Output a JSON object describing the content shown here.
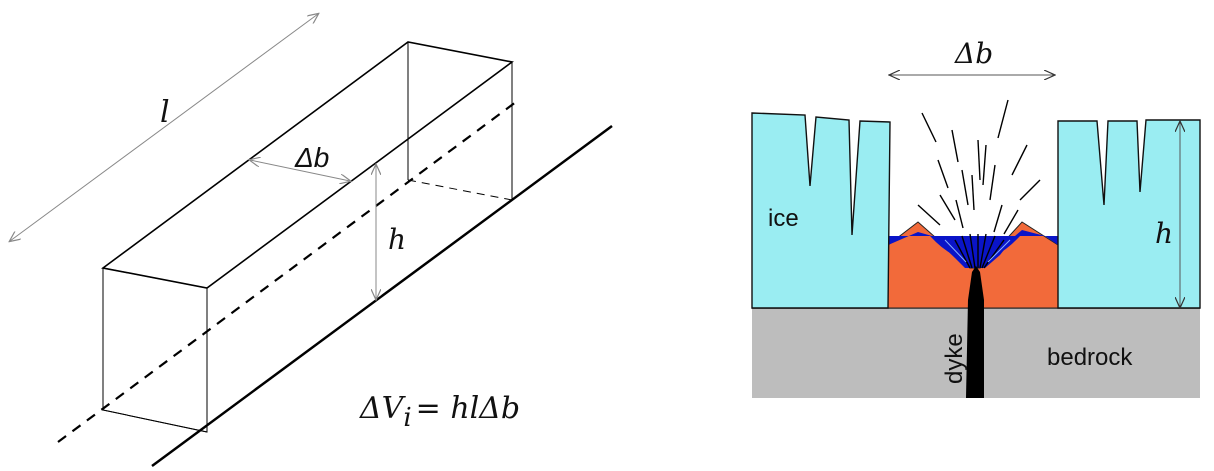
{
  "left_diagram": {
    "length_label": "l",
    "width_change_label": "Δb",
    "height_label": "h",
    "formula": {
      "delta": "ΔV",
      "subscript": "i",
      "rhs": "= hlΔb"
    }
  },
  "right_diagram": {
    "width_change_label": "Δb",
    "height_label": "h",
    "ice_label": "ice",
    "bedrock_label": "bedrock",
    "dyke_label": "dyke",
    "colors": {
      "ice": "#9AEDF2",
      "bedrock": "#BDBDBD",
      "volcanic_edifice": "#F26A3A",
      "meltwater": "#0A14C8",
      "dyke": "#000000"
    }
  }
}
